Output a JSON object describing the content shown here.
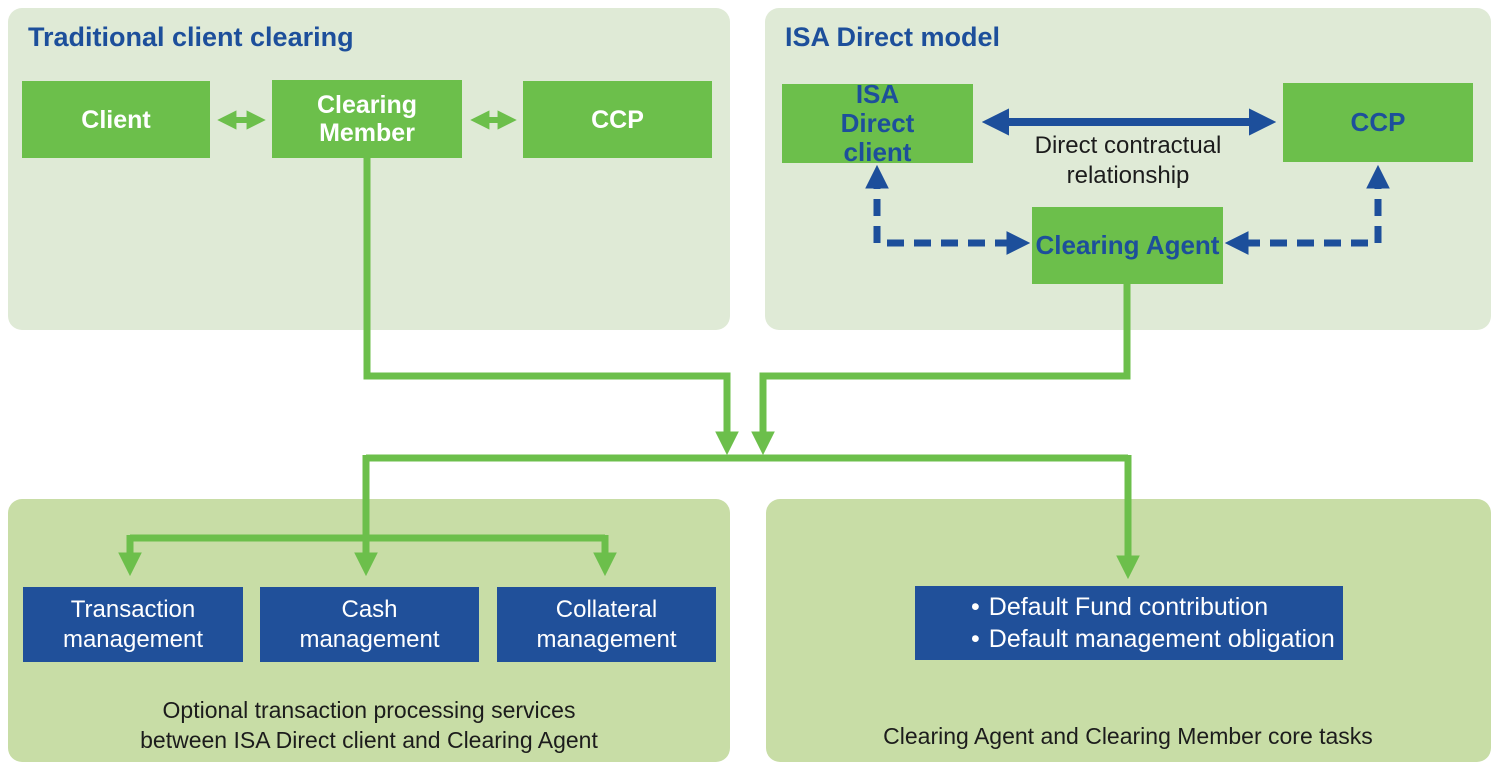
{
  "colors": {
    "green": "#6cbf4b",
    "panel_top": "#dfead6",
    "panel_bottom": "#c8dda6",
    "navy": "#1d4f9b",
    "navy_box": "#20509a",
    "ink": "#1c1c1c"
  },
  "top_left": {
    "title": "Traditional client clearing",
    "boxes": [
      "Client",
      "Clearing Member",
      "CCP"
    ]
  },
  "top_right": {
    "title": "ISA Direct model",
    "client_box": "ISA Direct client",
    "ccp_box": "CCP",
    "agent_box": "Clearing Agent",
    "relationship_label": [
      "Direct contractual",
      "relationship"
    ]
  },
  "bottom_left": {
    "boxes": [
      "Transaction management",
      "Cash management",
      "Collateral management"
    ],
    "caption": [
      "Optional transaction processing services",
      "between ISA Direct client and Clearing Agent"
    ]
  },
  "bottom_right": {
    "box_items": [
      "Default Fund contribution",
      "Default management obligation"
    ],
    "caption": "Clearing Agent and Clearing Member core tasks"
  }
}
